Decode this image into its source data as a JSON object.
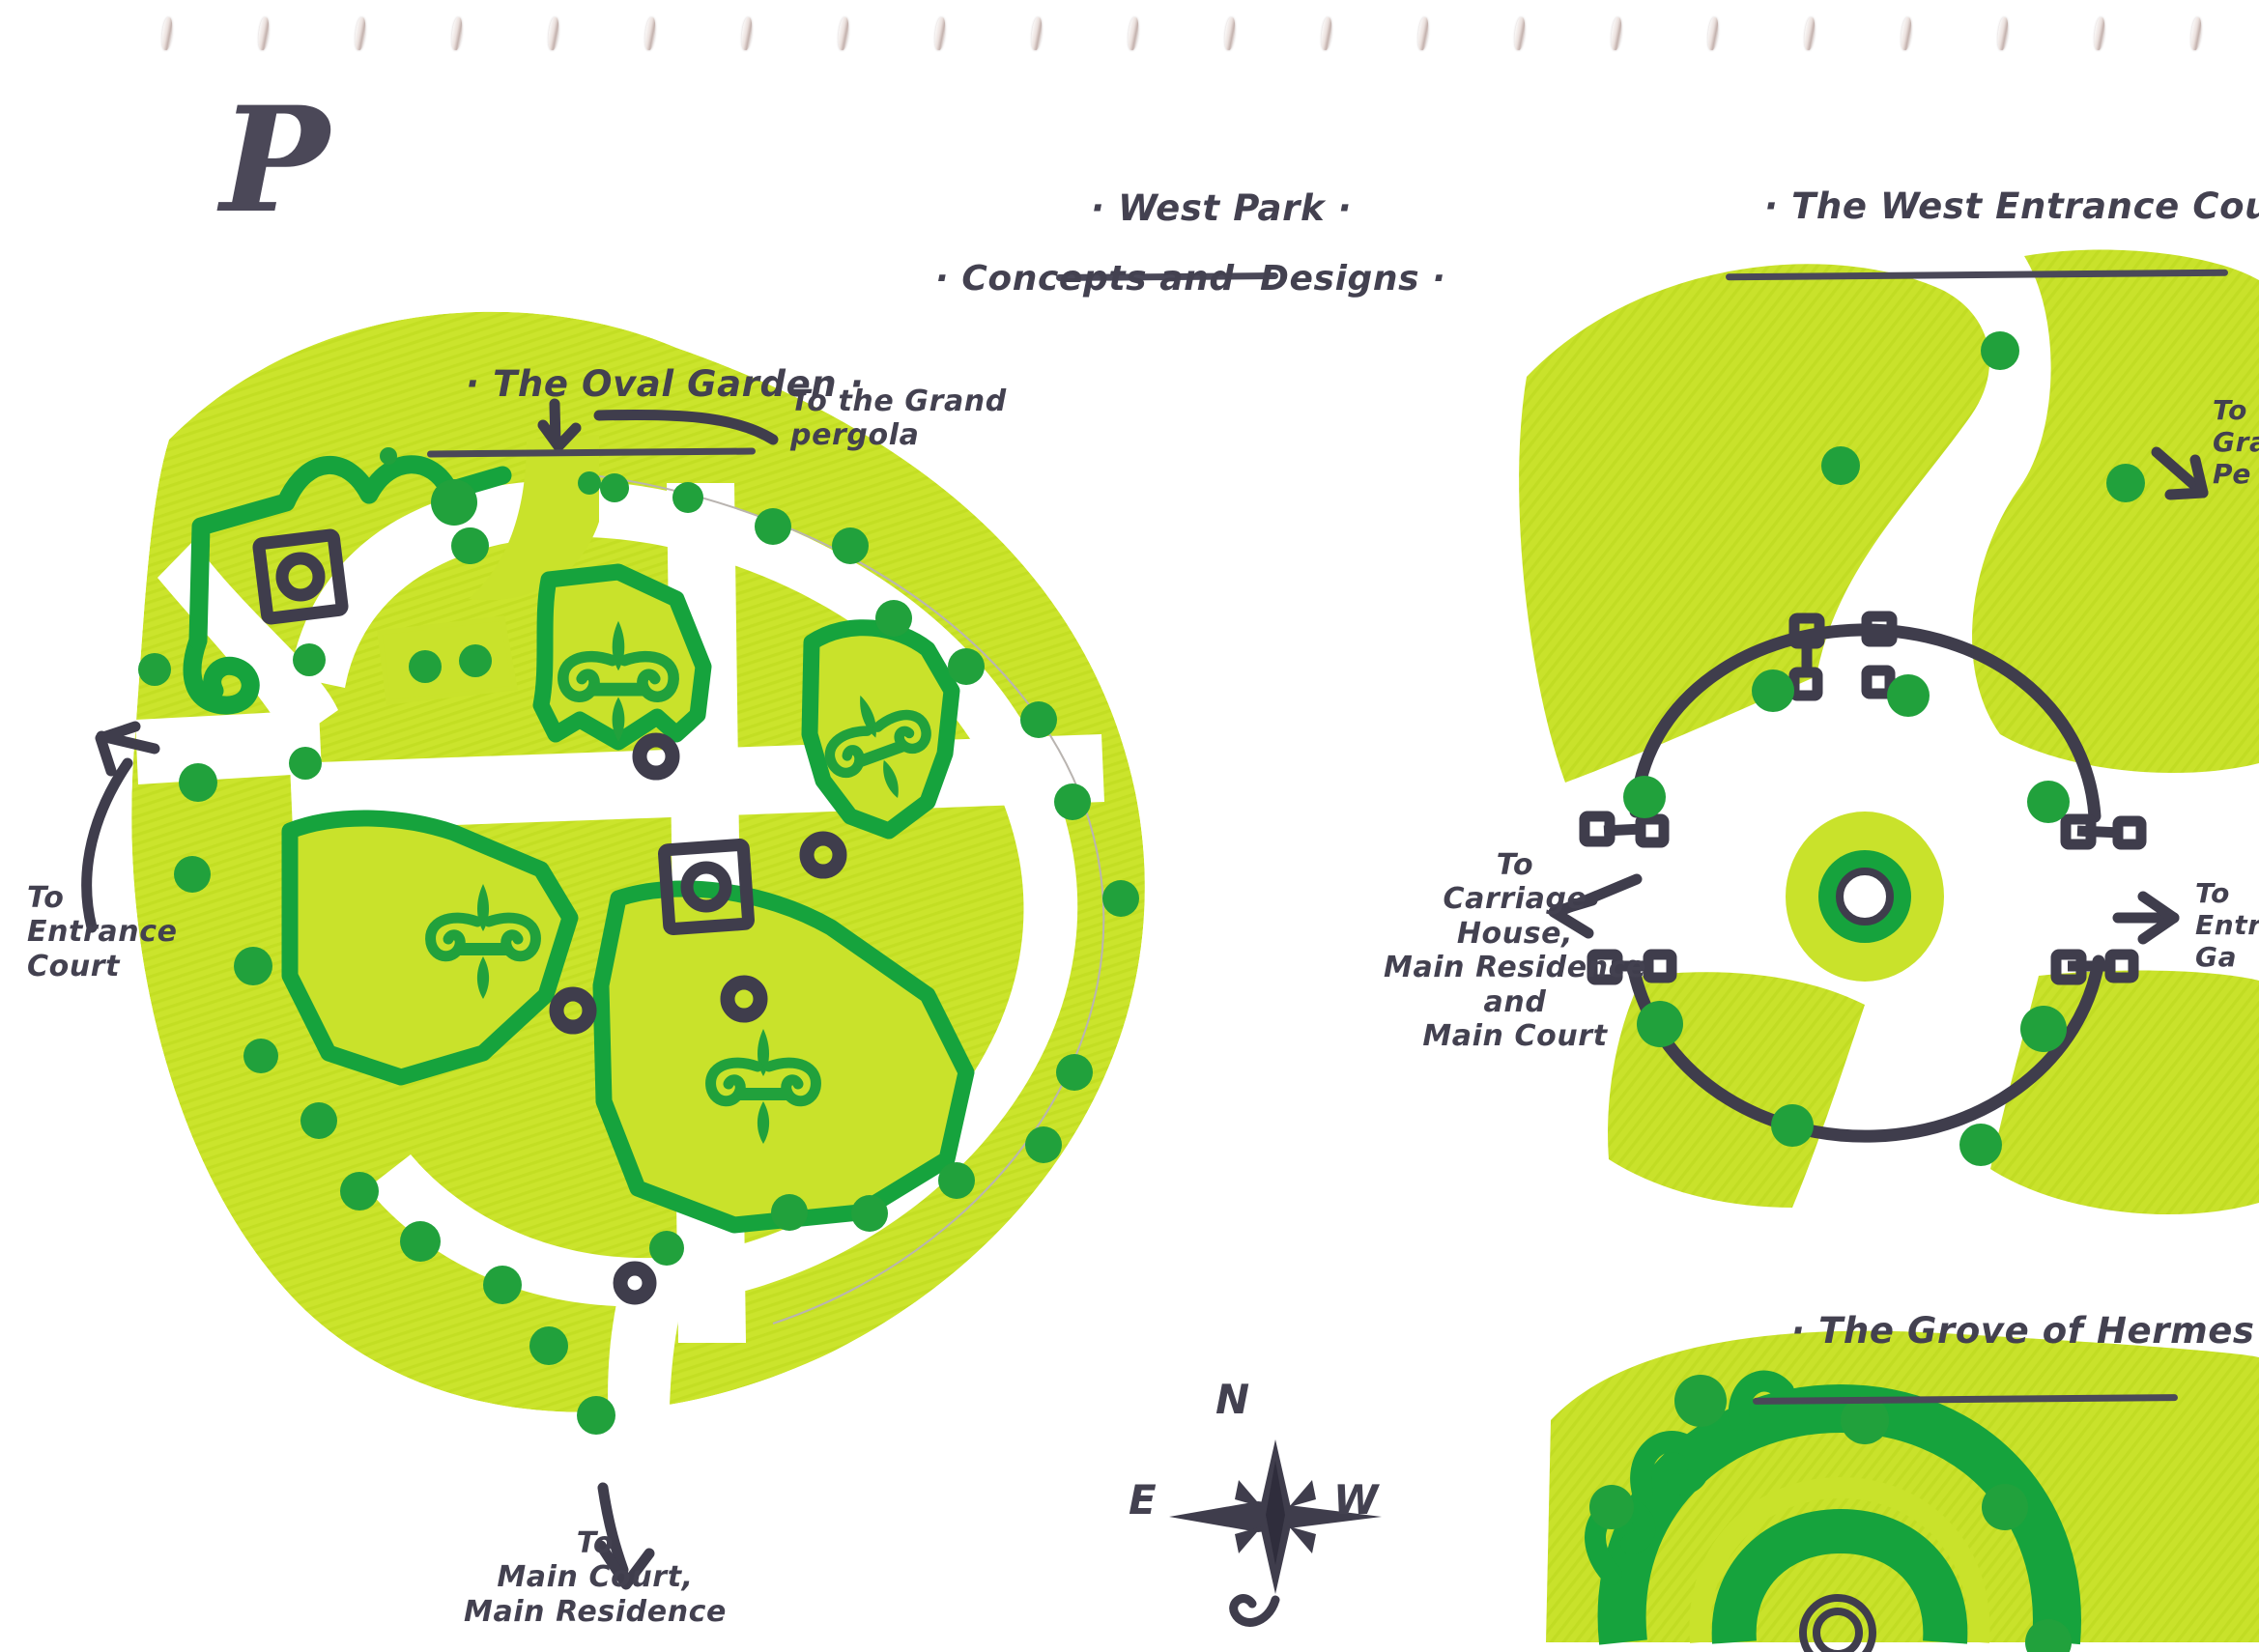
{
  "document": {
    "kind": "hand-drawn landscape design sketchbook page",
    "paper": "white spiral-bound sketchbook sheet",
    "monogram": "P",
    "binding_hole_count": 23
  },
  "title": {
    "main": "· West Park ·",
    "subtitle": "· Concepts and  Designs ·"
  },
  "plans": [
    {
      "id": "oval-garden",
      "heading": "· The Oval Garden ·",
      "features": [
        "oval lawn enclosure",
        "four fleur-de-lis parterre beds",
        "central square pavilion",
        "scrolled hedge border",
        "perimeter specimen trees"
      ]
    },
    {
      "id": "west-entrance-court",
      "heading": "· The West Entrance Court ·",
      "features": [
        "circular carriage turn",
        "central planted roundabout",
        "iron railing with gate piers"
      ]
    },
    {
      "id": "grove-of-hermes",
      "heading": "· The Grove of Hermes ·",
      "features": [
        "concentric ring grove",
        "central statue plinth"
      ]
    }
  ],
  "annotations": {
    "to_grand_pergola": "To the Grand\npergola",
    "to_entrance_court": "To\nEntrance\nCourt",
    "to_main_court": "To\nMain Court,\nMain Residence",
    "to_carriage_house": "To\nCarriage\nHouse,\nMain Residence\nand\nMain Court",
    "to_grand_pergola_right": "To\nGra\nPe",
    "to_entrance_gates_right": "To\nEntra\nGa"
  },
  "compass": {
    "north": "N",
    "east": "E",
    "west": "W",
    "note": "hand-drawn compass rose with scroll flourish"
  },
  "colors": {
    "lawn": "#c9e22b",
    "hedge": "#16a33d",
    "shrub": "#21a13c",
    "ink": "#434150",
    "paper": "#ffffff"
  }
}
